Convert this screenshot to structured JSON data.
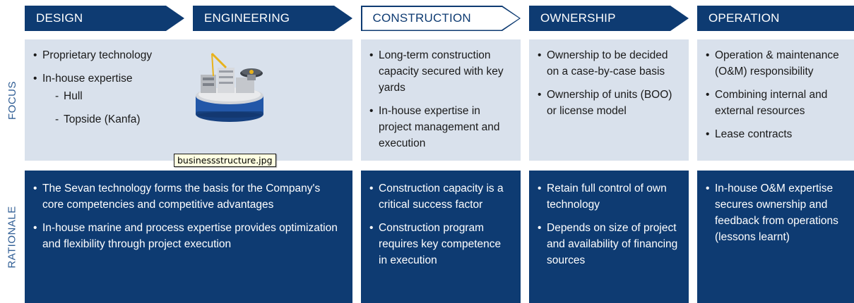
{
  "phases": [
    "DESIGN",
    "ENGINEERING",
    "CONSTRUCTION",
    "OWNERSHIP",
    "OPERATION"
  ],
  "row_labels": {
    "focus": "FOCUS",
    "rationale": "RATIONALE"
  },
  "focus": {
    "design": {
      "bullets": [
        "Proprietary technology",
        "In-house expertise"
      ],
      "sub_items": [
        "Hull",
        "Topside (Kanfa)"
      ]
    },
    "construction": [
      "Long-term construction capacity secured with key yards",
      "In-house expertise in project management and execution"
    ],
    "ownership": [
      "Ownership to be decided on a case-by-case basis",
      "Ownership of units (BOO) or license model"
    ],
    "operation": [
      "Operation & maintenance (O&M) responsibility",
      "Combining internal and external resources",
      "Lease contracts"
    ]
  },
  "rationale": {
    "design_engineering": [
      "The Sevan technology forms the basis for the Company's core competencies and competitive advantages",
      "In-house marine and process expertise provides optimization and flexibility through project execution"
    ],
    "construction": [
      "Construction capacity is a critical success factor",
      "Construction program requires  key competence in execution"
    ],
    "ownership": [
      "Retain full control of own technology",
      "Depends on size of project and availability of financing sources"
    ],
    "operation": [
      "In-house O&M expertise secures ownership and feedback from operations (lessons learnt)"
    ]
  },
  "tooltip": "businessstructure.jpg",
  "colors": {
    "navy": "#0e3b72",
    "light_panel": "#d9e1ec",
    "label_blue": "#2f5d94"
  },
  "image": {
    "icon": "floating-platform-icon"
  }
}
